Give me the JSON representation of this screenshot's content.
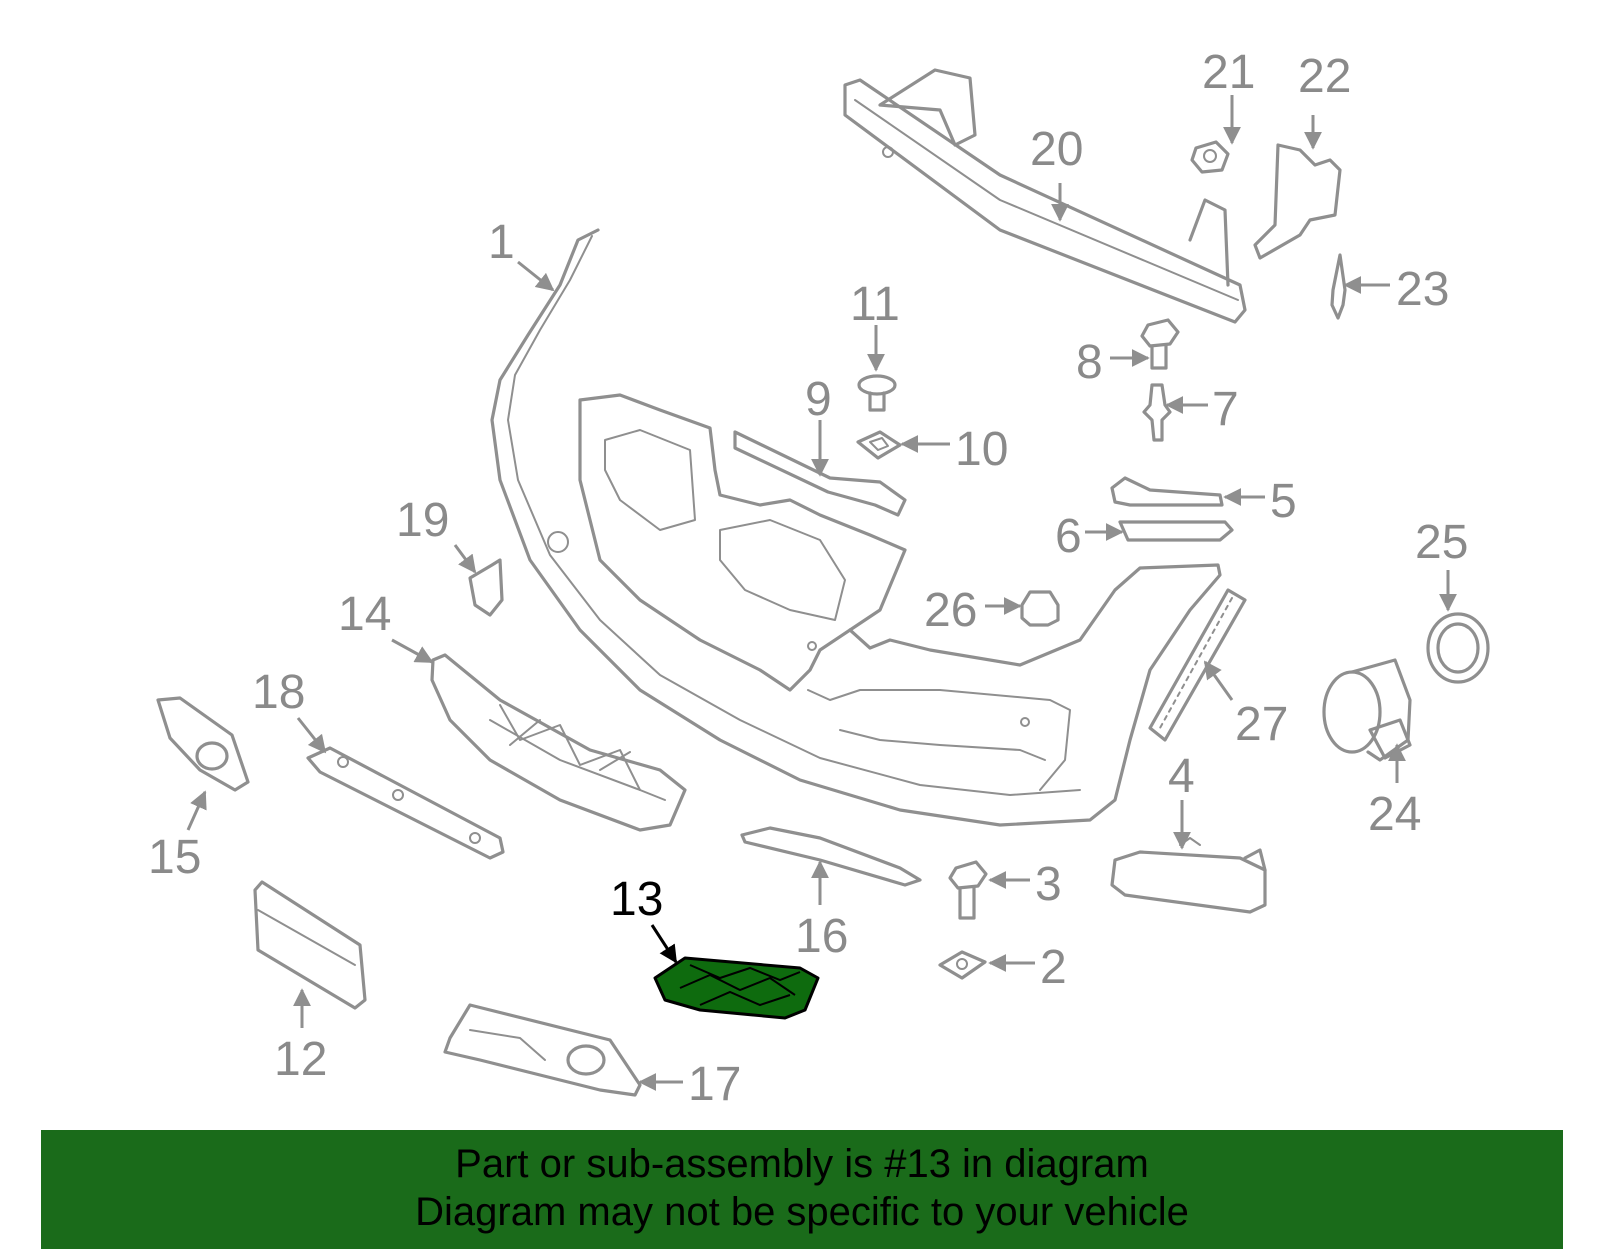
{
  "colors": {
    "highlight": "#0e6b0e",
    "parts": "#8f8f8f",
    "banner": "#1a6b1a",
    "highlight_label": "#000000"
  },
  "callouts": {
    "c1": "1",
    "c2": "2",
    "c3": "3",
    "c4": "4",
    "c5": "5",
    "c6": "6",
    "c7": "7",
    "c8": "8",
    "c9": "9",
    "c10": "10",
    "c11": "11",
    "c12": "12",
    "c13": "13",
    "c14": "14",
    "c15": "15",
    "c16": "16",
    "c17": "17",
    "c18": "18",
    "c19": "19",
    "c20": "20",
    "c21": "21",
    "c22": "22",
    "c23": "23",
    "c24": "24",
    "c25": "25",
    "c26": "26",
    "c27": "27"
  },
  "highlighted_part": "13",
  "banner": {
    "line1": "Part or sub-assembly is #13 in diagram",
    "line2": "Diagram may not be specific to your vehicle"
  }
}
